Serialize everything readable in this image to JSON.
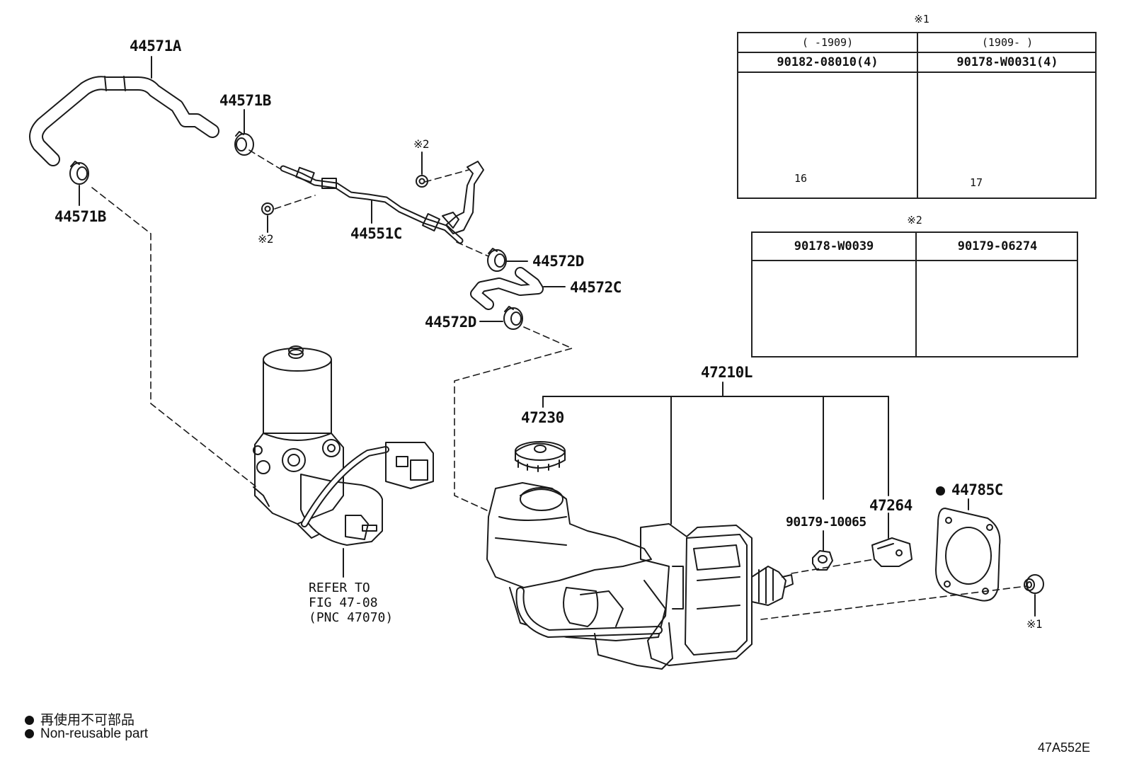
{
  "labels": {
    "p44571A": "44571A",
    "p44571B_top": "44571B",
    "p44571B_left": "44571B",
    "p44551C": "44551C",
    "p44572D_top": "44572D",
    "p44572C": "44572C",
    "p44572D_bottom": "44572D",
    "p47210L": "47210L",
    "p47230": "47230",
    "p90179_10065": "90179-10065",
    "p47264": "47264",
    "p44785C": "44785C",
    "note2_a": "※2",
    "note2_b": "※2",
    "note1_c": "※1"
  },
  "refer": {
    "line1": "REFER TO",
    "line2": "FIG 47-08",
    "line3": "(PNC 47070)"
  },
  "table1": {
    "title": "※1",
    "col1_range": "(     -1909)",
    "col2_range": "(1909-     )",
    "col1_part": "90182-08010(4)",
    "col2_part": "90178-W0031(4)",
    "col1_dim": "16",
    "col2_dim": "17"
  },
  "table2": {
    "title": "※2",
    "col1_part": "90178-W0039",
    "col2_part": "90179-06274"
  },
  "legend": {
    "jp": "再使用不可部品",
    "en": "Non-reusable part"
  },
  "figure_id": "47A552E"
}
